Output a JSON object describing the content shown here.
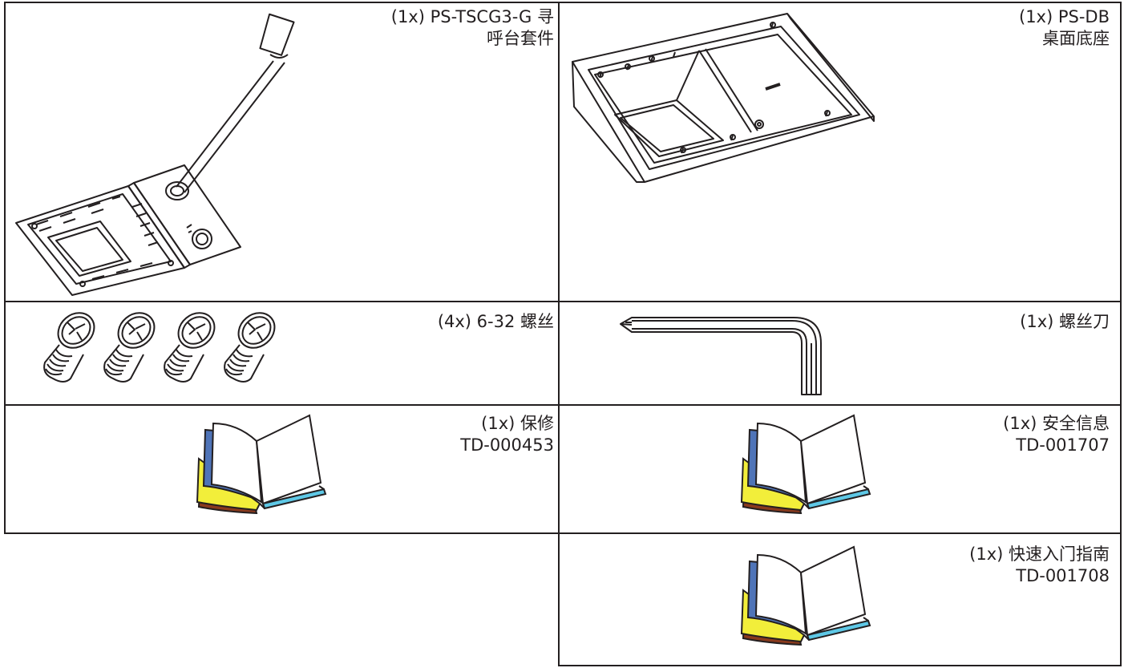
{
  "items": [
    {
      "line1": "(1x) PS-TSCG3-G 寻",
      "line2": "呼台套件",
      "icon": "gooseneck-paging-station-icon"
    },
    {
      "line1": "(1x) PS-DB",
      "line2": "桌面底座",
      "icon": "desktop-base-icon"
    },
    {
      "line1": "(4x) 6-32 螺丝",
      "line2": "",
      "icon": "screws-icon"
    },
    {
      "line1": "(1x) 螺丝刀",
      "line2": "",
      "icon": "hex-key-screwdriver-icon"
    },
    {
      "line1": "(1x) 保修",
      "line2": "TD-000453",
      "icon": "manual-book-icon"
    },
    {
      "line1": "(1x) 安全信息",
      "line2": "TD-001707",
      "icon": "manual-book-icon"
    },
    {
      "line1": "(1x) 快速入门指南",
      "line2": "TD-001708",
      "icon": "manual-book-icon"
    }
  ],
  "colors": {
    "line": "#231f20",
    "book_yellow": "#f2ee3a",
    "book_blue": "#4f74b8",
    "book_brown": "#8a3a1c",
    "book_cyan": "#5ec8e6"
  }
}
